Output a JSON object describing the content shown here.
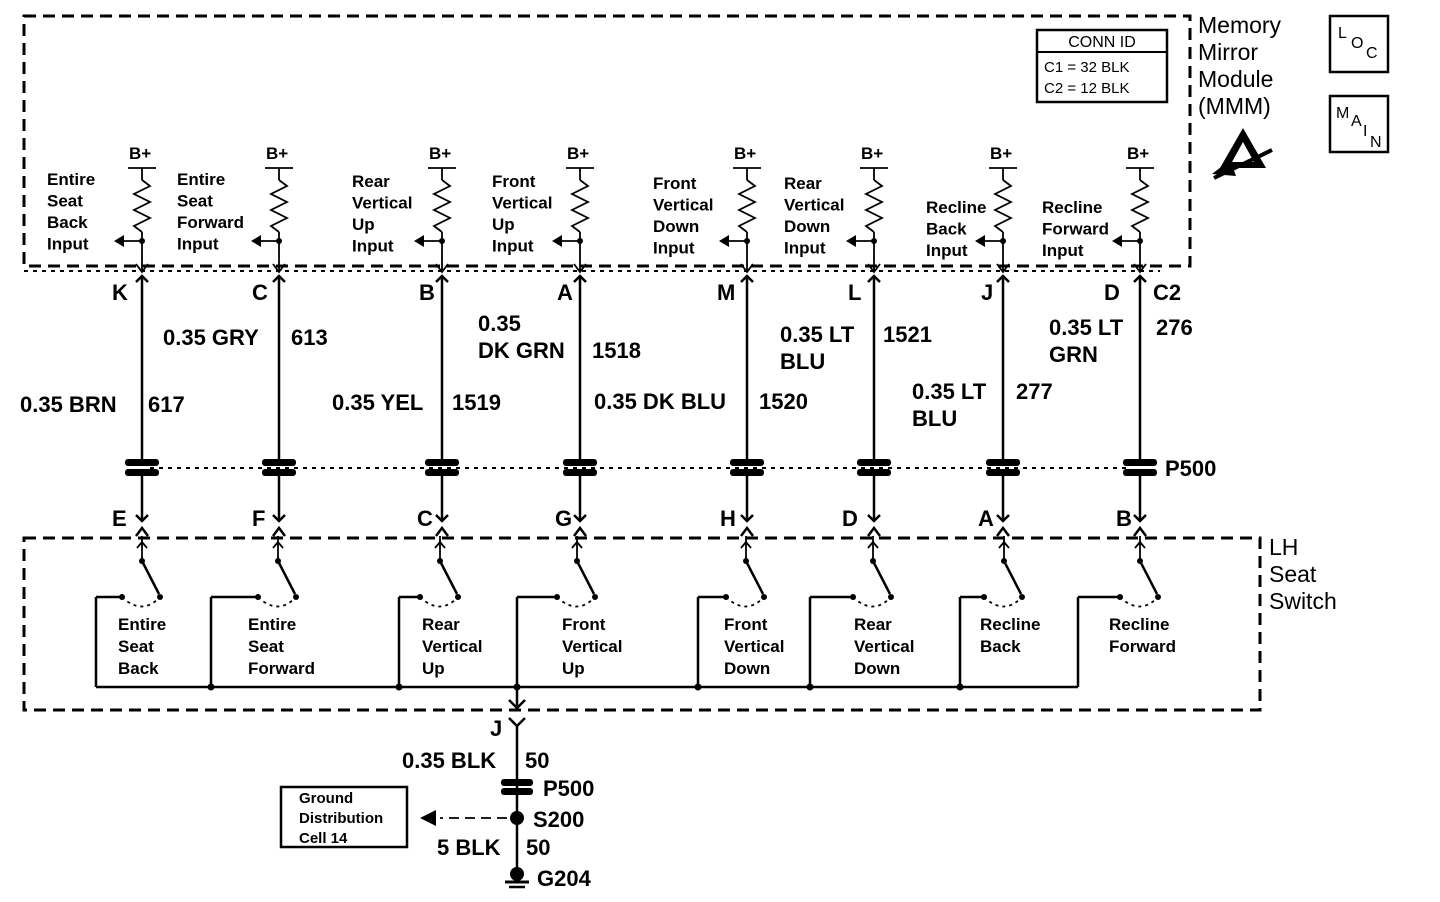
{
  "module": {
    "title_lines": [
      "Memory",
      "Mirror",
      "Module",
      "(MMM)"
    ],
    "conn_id": {
      "header": "CONN ID",
      "lines": [
        "C1 = 32 BLK",
        "C2 = 12 BLK"
      ]
    },
    "loc_icon": {
      "big": "L",
      "sub1": "O",
      "sub2": "C"
    },
    "main_icon": {
      "l1": "M",
      "l2": "A",
      "l3": "I",
      "l4": "N"
    },
    "power_label": "B+",
    "connector_label": "C2",
    "inputs": [
      {
        "lines": [
          "Entire",
          "Seat",
          "Back",
          "Input"
        ],
        "pin": "K"
      },
      {
        "lines": [
          "Entire",
          "Seat",
          "Forward",
          "Input"
        ],
        "pin": "C"
      },
      {
        "lines": [
          "Rear",
          "Vertical",
          "Up",
          "Input"
        ],
        "pin": "B"
      },
      {
        "lines": [
          "Front",
          "Vertical",
          "Up",
          "Input"
        ],
        "pin": "A"
      },
      {
        "lines": [
          "Front",
          "Vertical",
          "Down",
          "Input"
        ],
        "pin": "M"
      },
      {
        "lines": [
          "Rear",
          "Vertical",
          "Down",
          "Input"
        ],
        "pin": "L"
      },
      {
        "lines": [
          "Recline",
          "Back",
          "Input"
        ],
        "pin": "J"
      },
      {
        "lines": [
          "Recline",
          "Forward",
          "Input"
        ],
        "pin": "D"
      }
    ]
  },
  "wires": [
    {
      "color_lines": [
        "0.35 BRN"
      ],
      "circuit": "617"
    },
    {
      "color_lines": [
        "0.35 GRY"
      ],
      "circuit": "613"
    },
    {
      "color_lines": [
        "0.35 YEL"
      ],
      "circuit": "1519"
    },
    {
      "color_lines": [
        "0.35",
        "DK GRN"
      ],
      "circuit": "1518"
    },
    {
      "color_lines": [
        "0.35 DK BLU"
      ],
      "circuit": "1520"
    },
    {
      "color_lines": [
        "0.35 LT",
        "BLU"
      ],
      "circuit": "1521"
    },
    {
      "color_lines": [
        "0.35 LT",
        "BLU"
      ],
      "circuit": "277"
    },
    {
      "color_lines": [
        "0.35 LT",
        "GRN"
      ],
      "circuit": "276"
    }
  ],
  "inline_connector": "P500",
  "switch": {
    "title_lines": [
      "LH",
      "Seat",
      "Switch"
    ],
    "pins": [
      "E",
      "F",
      "C",
      "G",
      "H",
      "D",
      "A",
      "B"
    ],
    "switches": [
      [
        "Entire",
        "Seat",
        "Back"
      ],
      [
        "Entire",
        "Seat",
        "Forward"
      ],
      [
        "Rear",
        "Vertical",
        "Up"
      ],
      [
        "Front",
        "Vertical",
        "Up"
      ],
      [
        "Front",
        "Vertical",
        "Down"
      ],
      [
        "Rear",
        "Vertical",
        "Down"
      ],
      [
        "Recline",
        "Back"
      ],
      [
        "Recline",
        "Forward"
      ]
    ],
    "ground_pin": "J"
  },
  "ground": {
    "wire1": {
      "color": "0.35 BLK",
      "circuit": "50"
    },
    "connector": "P500",
    "splice": "S200",
    "wire2": {
      "color": "5 BLK",
      "circuit": "50"
    },
    "ground_point": "G204",
    "reference_lines": [
      "Ground",
      "Distribution",
      "Cell 14"
    ]
  }
}
